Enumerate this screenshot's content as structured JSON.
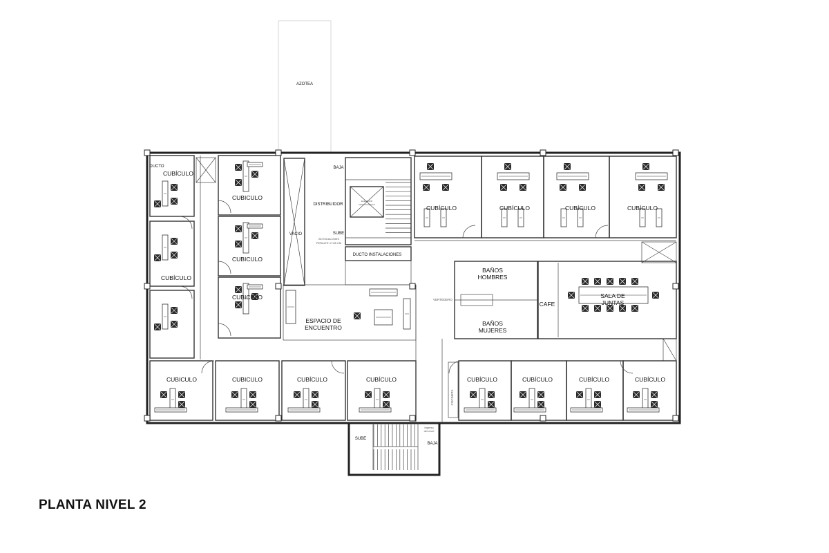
{
  "plan_title": "PLANTA NIVEL 2",
  "labels": {
    "azotea": "AZOTEA",
    "ducto": "DUCTO",
    "cubiculo_upper": "CUBICULO",
    "cubiculo_accent": "CUBÍCULO",
    "baja": "BAJA",
    "sube": "SUBE",
    "distribuidor": "DISTRIBUIDOR",
    "vacio": "VACIO",
    "escaleras_line1": "28 ESCALONES",
    "escaleras_line2": "PERALTE 17.85 CM",
    "ducto_instalaciones": "DUCTO INSTALACIONES",
    "elevador_line1": "ELEVADOR",
    "elevador_line2": "MONTACARGAS",
    "espacio_line1": "ESPACIO DE",
    "espacio_line2": "ENCUENTRO",
    "banos_line1": "BAÑOS",
    "banos_hombres": "HOMBRES",
    "banos_mujeres": "MUJERES",
    "vertedero": "VERTEDERO",
    "cafe": "CAFE",
    "sala_line1": "SALA DE",
    "sala_line2": "JUNTAS",
    "cocineta": "COCINETA",
    "ingreso_line1": "Ingreso",
    "ingreso_line2": "del nivel"
  }
}
